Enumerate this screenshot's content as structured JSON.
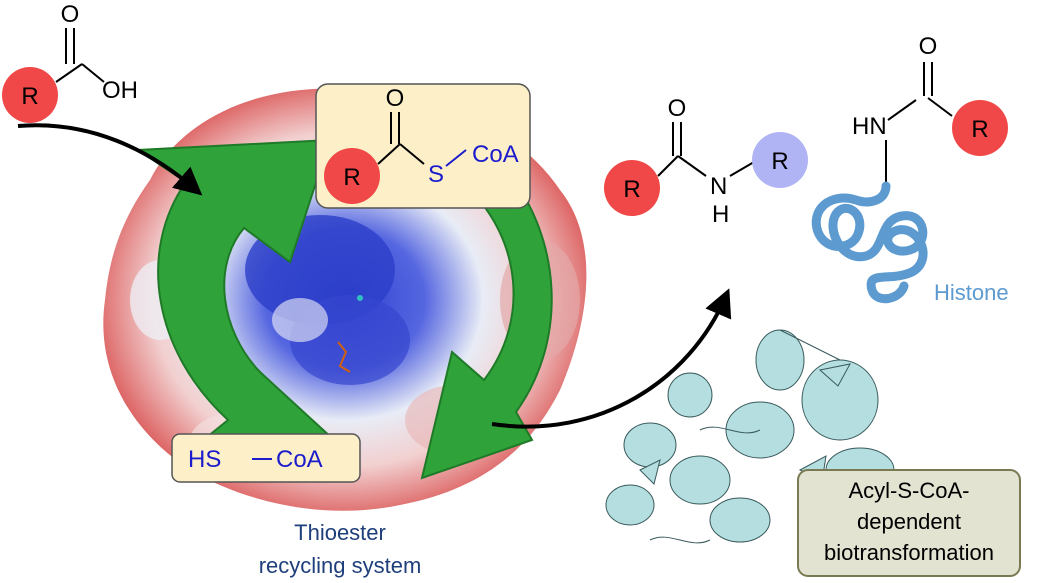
{
  "acid": {
    "r": "R",
    "o": "O",
    "oh": "OH"
  },
  "thioester_box": {
    "o": "O",
    "r": "R",
    "s": "S",
    "coa": "CoA"
  },
  "hscoa_box": {
    "hs": "HS",
    "coa": "CoA"
  },
  "amide": {
    "o": "O",
    "r_left": "R",
    "n": "N",
    "h": "H",
    "r_right": "R"
  },
  "histone_product": {
    "hn": "HN",
    "o": "O",
    "r": "R",
    "label": "Histone"
  },
  "recycling_label": {
    "line1": "Thioester",
    "line2": "recycling system"
  },
  "biotransformation_box": {
    "line1": "Acyl-S-CoA-",
    "line2": "dependent",
    "line3": "biotransformation"
  },
  "colors": {
    "r_red": "#f04848",
    "r_blue": "#b0b4f4",
    "cycle_arrow": "#2fa33a",
    "highlight_box": "#fdf0c8",
    "bio_box": "#e3e3d2",
    "histone_blue": "#5c9ad0",
    "coa_blue": "#1c1ccc",
    "label_navy": "#1f3f7c",
    "protein_cyan": "#b4dee0"
  }
}
